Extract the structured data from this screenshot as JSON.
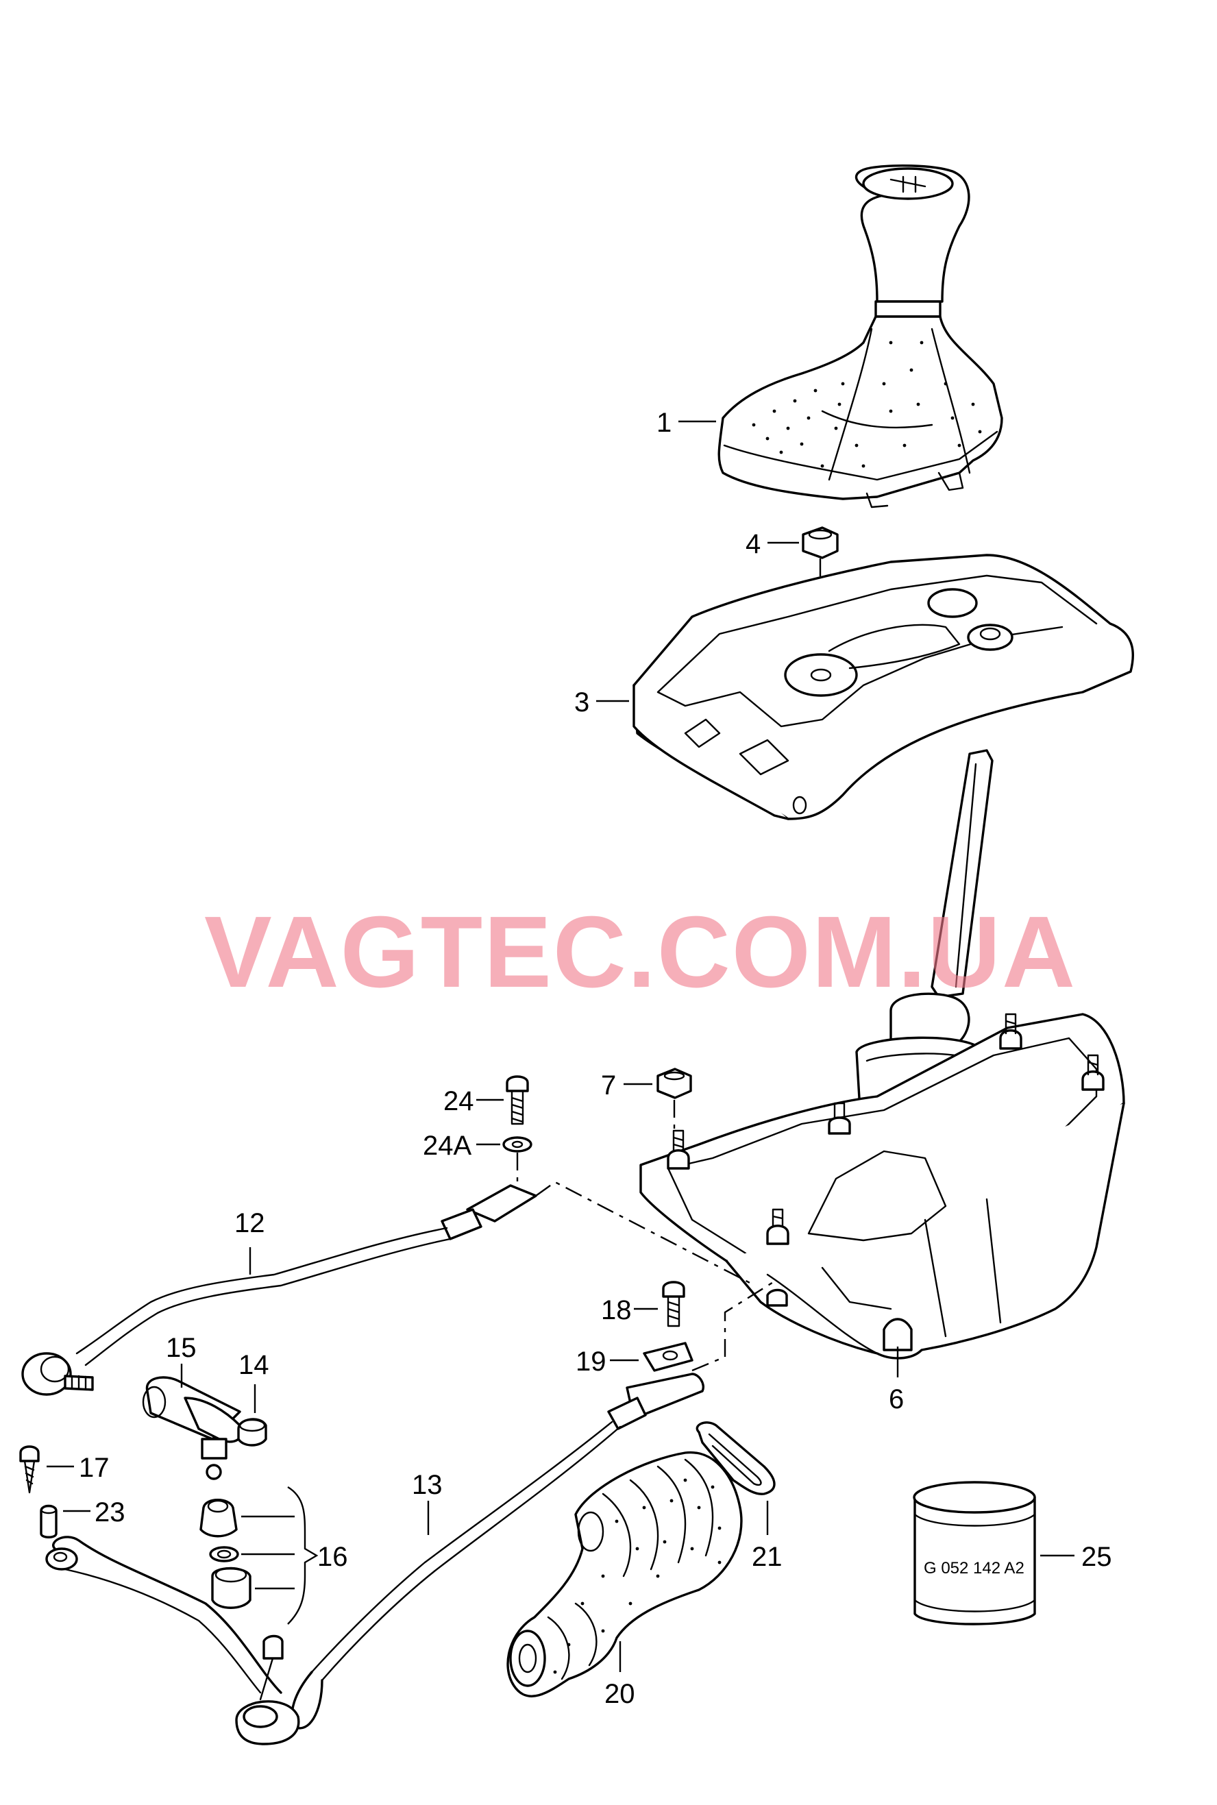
{
  "watermark": {
    "text": "VAGTEC.COM.UA",
    "color": "#f07a8a"
  },
  "part_stamp": "G 052 142 A2",
  "callouts": [
    {
      "id": "p1",
      "label": "1"
    },
    {
      "id": "p3",
      "label": "3"
    },
    {
      "id": "p4",
      "label": "4"
    },
    {
      "id": "p6",
      "label": "6"
    },
    {
      "id": "p7",
      "label": "7"
    },
    {
      "id": "p12",
      "label": "12"
    },
    {
      "id": "p13",
      "label": "13"
    },
    {
      "id": "p14",
      "label": "14"
    },
    {
      "id": "p15",
      "label": "15"
    },
    {
      "id": "p16",
      "label": "16"
    },
    {
      "id": "p17",
      "label": "17"
    },
    {
      "id": "p18",
      "label": "18"
    },
    {
      "id": "p19",
      "label": "19"
    },
    {
      "id": "p20",
      "label": "20"
    },
    {
      "id": "p21",
      "label": "21"
    },
    {
      "id": "p23",
      "label": "23"
    },
    {
      "id": "p24",
      "label": "24"
    },
    {
      "id": "p24a",
      "label": "24A"
    },
    {
      "id": "p25",
      "label": "25"
    }
  ]
}
